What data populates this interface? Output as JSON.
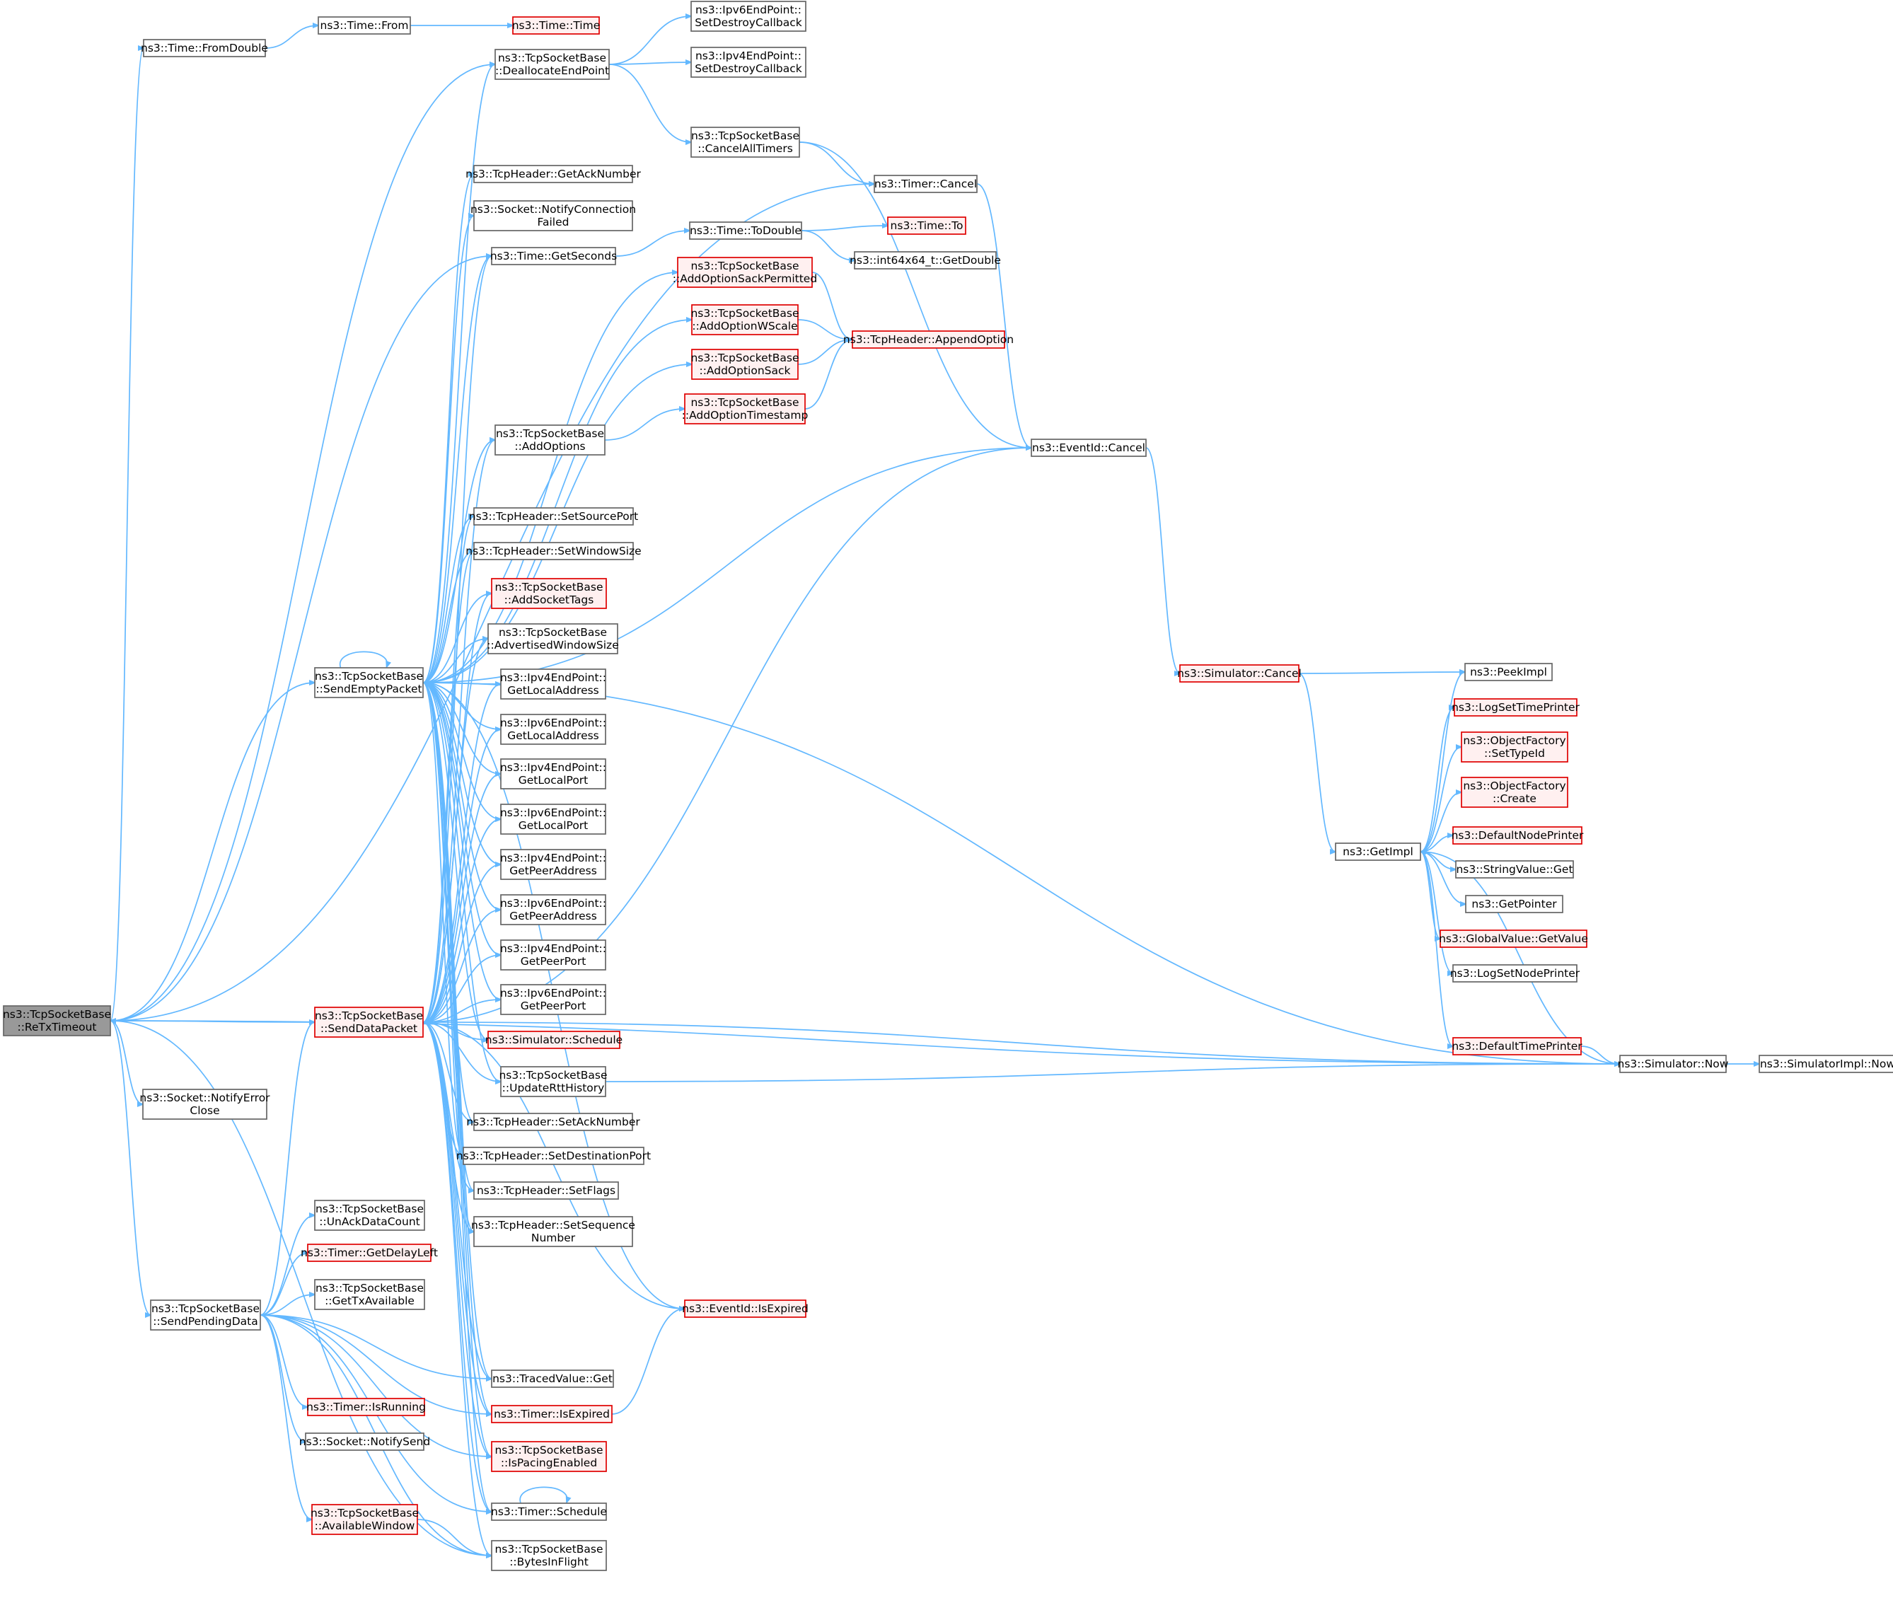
{
  "nodes": [
    {
      "id": "retx",
      "lines": [
        "ns3::TcpSocketBase",
        "::ReTxTimeout"
      ],
      "style": "root"
    },
    {
      "id": "fromdouble",
      "lines": [
        "ns3::Time::FromDouble"
      ],
      "style": "normal"
    },
    {
      "id": "timefrom",
      "lines": [
        "ns3::Time::From"
      ],
      "style": "normal"
    },
    {
      "id": "timetime",
      "lines": [
        "ns3::Time::Time"
      ],
      "style": "red"
    },
    {
      "id": "dealloc",
      "lines": [
        "ns3::TcpSocketBase",
        "::DeallocateEndPoint"
      ],
      "style": "normal"
    },
    {
      "id": "ipv6destroy",
      "lines": [
        "ns3::Ipv6EndPoint::",
        "SetDestroyCallback"
      ],
      "style": "normal"
    },
    {
      "id": "ipv4destroy",
      "lines": [
        "ns3::Ipv4EndPoint::",
        "SetDestroyCallback"
      ],
      "style": "normal"
    },
    {
      "id": "cancelall",
      "lines": [
        "ns3::TcpSocketBase",
        "::CancelAllTimers"
      ],
      "style": "normal"
    },
    {
      "id": "getack",
      "lines": [
        "ns3::TcpHeader::GetAckNumber"
      ],
      "style": "normal"
    },
    {
      "id": "timercancel",
      "lines": [
        "ns3::Timer::Cancel"
      ],
      "style": "normal"
    },
    {
      "id": "notifyconnfail",
      "lines": [
        "ns3::Socket::NotifyConnection",
        "Failed"
      ],
      "style": "normal"
    },
    {
      "id": "todouble",
      "lines": [
        "ns3::Time::ToDouble"
      ],
      "style": "normal"
    },
    {
      "id": "timeto",
      "lines": [
        "ns3::Time::To"
      ],
      "style": "red"
    },
    {
      "id": "getseconds",
      "lines": [
        "ns3::Time::GetSeconds"
      ],
      "style": "normal"
    },
    {
      "id": "getdouble",
      "lines": [
        "ns3::int64x64_t::GetDouble"
      ],
      "style": "normal"
    },
    {
      "id": "sackperm",
      "lines": [
        "ns3::TcpSocketBase",
        "::AddOptionSackPermitted"
      ],
      "style": "red"
    },
    {
      "id": "wscale",
      "lines": [
        "ns3::TcpSocketBase",
        "::AddOptionWScale"
      ],
      "style": "red"
    },
    {
      "id": "appendopt",
      "lines": [
        "ns3::TcpHeader::AppendOption"
      ],
      "style": "red"
    },
    {
      "id": "optsack",
      "lines": [
        "ns3::TcpSocketBase",
        "::AddOptionSack"
      ],
      "style": "red"
    },
    {
      "id": "optts",
      "lines": [
        "ns3::TcpSocketBase",
        "::AddOptionTimestamp"
      ],
      "style": "red"
    },
    {
      "id": "addoptions",
      "lines": [
        "ns3::TcpSocketBase",
        "::AddOptions"
      ],
      "style": "normal"
    },
    {
      "id": "eventcancel",
      "lines": [
        "ns3::EventId::Cancel"
      ],
      "style": "normal"
    },
    {
      "id": "setsrcport",
      "lines": [
        "ns3::TcpHeader::SetSourcePort"
      ],
      "style": "normal"
    },
    {
      "id": "setwin",
      "lines": [
        "ns3::TcpHeader::SetWindowSize"
      ],
      "style": "normal"
    },
    {
      "id": "addsocktags",
      "lines": [
        "ns3::TcpSocketBase",
        "::AddSocketTags"
      ],
      "style": "red"
    },
    {
      "id": "advwin",
      "lines": [
        "ns3::TcpSocketBase",
        "::AdvertisedWindowSize"
      ],
      "style": "normal"
    },
    {
      "id": "sendempty",
      "lines": [
        "ns3::TcpSocketBase",
        "::SendEmptyPacket"
      ],
      "style": "normal"
    },
    {
      "id": "simcancel",
      "lines": [
        "ns3::Simulator::Cancel"
      ],
      "style": "red"
    },
    {
      "id": "peekimpl",
      "lines": [
        "ns3::PeekImpl"
      ],
      "style": "normal"
    },
    {
      "id": "ipv4locaddr",
      "lines": [
        "ns3::Ipv4EndPoint::",
        "GetLocalAddress"
      ],
      "style": "normal"
    },
    {
      "id": "logtime",
      "lines": [
        "ns3::LogSetTimePrinter"
      ],
      "style": "red"
    },
    {
      "id": "ipv6locaddr",
      "lines": [
        "ns3::Ipv6EndPoint::",
        "GetLocalAddress"
      ],
      "style": "normal"
    },
    {
      "id": "ofsettype",
      "lines": [
        "ns3::ObjectFactory",
        "::SetTypeId"
      ],
      "style": "red"
    },
    {
      "id": "ipv4locport",
      "lines": [
        "ns3::Ipv4EndPoint::",
        "GetLocalPort"
      ],
      "style": "normal"
    },
    {
      "id": "ofcreate",
      "lines": [
        "ns3::ObjectFactory",
        "::Create"
      ],
      "style": "red"
    },
    {
      "id": "ipv6locport",
      "lines": [
        "ns3::Ipv6EndPoint::",
        "GetLocalPort"
      ],
      "style": "normal"
    },
    {
      "id": "defnode",
      "lines": [
        "ns3::DefaultNodePrinter"
      ],
      "style": "red"
    },
    {
      "id": "getimpl",
      "lines": [
        "ns3::GetImpl"
      ],
      "style": "normal"
    },
    {
      "id": "ipv4peeraddr",
      "lines": [
        "ns3::Ipv4EndPoint::",
        "GetPeerAddress"
      ],
      "style": "normal"
    },
    {
      "id": "strget",
      "lines": [
        "ns3::StringValue::Get"
      ],
      "style": "normal"
    },
    {
      "id": "getpointer",
      "lines": [
        "ns3::GetPointer"
      ],
      "style": "normal"
    },
    {
      "id": "ipv6peeraddr",
      "lines": [
        "ns3::Ipv6EndPoint::",
        "GetPeerAddress"
      ],
      "style": "normal"
    },
    {
      "id": "gvget",
      "lines": [
        "ns3::GlobalValue::GetValue"
      ],
      "style": "red"
    },
    {
      "id": "ipv4peerport",
      "lines": [
        "ns3::Ipv4EndPoint::",
        "GetPeerPort"
      ],
      "style": "normal"
    },
    {
      "id": "lognode",
      "lines": [
        "ns3::LogSetNodePrinter"
      ],
      "style": "normal"
    },
    {
      "id": "ipv6peerport",
      "lines": [
        "ns3::Ipv6EndPoint::",
        "GetPeerPort"
      ],
      "style": "normal"
    },
    {
      "id": "senddata",
      "lines": [
        "ns3::TcpSocketBase",
        "::SendDataPacket"
      ],
      "style": "red"
    },
    {
      "id": "simsched",
      "lines": [
        "ns3::Simulator::Schedule"
      ],
      "style": "red"
    },
    {
      "id": "deftime",
      "lines": [
        "ns3::DefaultTimePrinter"
      ],
      "style": "red"
    },
    {
      "id": "simnow",
      "lines": [
        "ns3::Simulator::Now"
      ],
      "style": "normal"
    },
    {
      "id": "simimplnow",
      "lines": [
        "ns3::SimulatorImpl::Now"
      ],
      "style": "normal"
    },
    {
      "id": "updrtt",
      "lines": [
        "ns3::TcpSocketBase",
        "::UpdateRttHistory"
      ],
      "style": "normal"
    },
    {
      "id": "notifyerr",
      "lines": [
        "ns3::Socket::NotifyError",
        "Close"
      ],
      "style": "normal"
    },
    {
      "id": "setack",
      "lines": [
        "ns3::TcpHeader::SetAckNumber"
      ],
      "style": "normal"
    },
    {
      "id": "setdstport",
      "lines": [
        "ns3::TcpHeader::SetDestinationPort"
      ],
      "style": "normal"
    },
    {
      "id": "setflags",
      "lines": [
        "ns3::TcpHeader::SetFlags"
      ],
      "style": "normal"
    },
    {
      "id": "unack",
      "lines": [
        "ns3::TcpSocketBase",
        "::UnAckDataCount"
      ],
      "style": "normal"
    },
    {
      "id": "setseq",
      "lines": [
        "ns3::TcpHeader::SetSequence",
        "Number"
      ],
      "style": "normal"
    },
    {
      "id": "getdelay",
      "lines": [
        "ns3::Timer::GetDelayLeft"
      ],
      "style": "red"
    },
    {
      "id": "gettx",
      "lines": [
        "ns3::TcpSocketBase",
        "::GetTxAvailable"
      ],
      "style": "normal"
    },
    {
      "id": "sendpending",
      "lines": [
        "ns3::TcpSocketBase",
        "::SendPendingData"
      ],
      "style": "normal"
    },
    {
      "id": "evisexp",
      "lines": [
        "ns3::EventId::IsExpired"
      ],
      "style": "red"
    },
    {
      "id": "tracedget",
      "lines": [
        "ns3::TracedValue::Get"
      ],
      "style": "normal"
    },
    {
      "id": "timerrun",
      "lines": [
        "ns3::Timer::IsRunning"
      ],
      "style": "red"
    },
    {
      "id": "timerexp",
      "lines": [
        "ns3::Timer::IsExpired"
      ],
      "style": "red"
    },
    {
      "id": "notifysend",
      "lines": [
        "ns3::Socket::NotifySend"
      ],
      "style": "normal"
    },
    {
      "id": "pacing",
      "lines": [
        "ns3::TcpSocketBase",
        "::IsPacingEnabled"
      ],
      "style": "red"
    },
    {
      "id": "timersched",
      "lines": [
        "ns3::Timer::Schedule"
      ],
      "style": "normal"
    },
    {
      "id": "availwin",
      "lines": [
        "ns3::TcpSocketBase",
        "::AvailableWindow"
      ],
      "style": "red"
    },
    {
      "id": "bytesinflight",
      "lines": [
        "ns3::TcpSocketBase",
        "::BytesInFlight"
      ],
      "style": "normal"
    }
  ],
  "edges": [
    [
      "retx",
      "fromdouble"
    ],
    [
      "retx",
      "dealloc"
    ],
    [
      "retx",
      "timercancel"
    ],
    [
      "retx",
      "getseconds"
    ],
    [
      "retx",
      "sendempty"
    ],
    [
      "retx",
      "notifyerr"
    ],
    [
      "retx",
      "sendpending"
    ],
    [
      "retx",
      "bytesinflight"
    ],
    [
      "retx",
      "simnow"
    ],
    [
      "fromdouble",
      "timefrom"
    ],
    [
      "timefrom",
      "timetime"
    ],
    [
      "dealloc",
      "ipv6destroy"
    ],
    [
      "dealloc",
      "ipv4destroy"
    ],
    [
      "dealloc",
      "cancelall"
    ],
    [
      "cancelall",
      "timercancel"
    ],
    [
      "cancelall",
      "eventcancel"
    ],
    [
      "timercancel",
      "eventcancel"
    ],
    [
      "getseconds",
      "todouble"
    ],
    [
      "todouble",
      "timeto"
    ],
    [
      "todouble",
      "getdouble"
    ],
    [
      "sackperm",
      "appendopt"
    ],
    [
      "wscale",
      "appendopt"
    ],
    [
      "optsack",
      "appendopt"
    ],
    [
      "optts",
      "appendopt"
    ],
    [
      "addoptions",
      "optts"
    ],
    [
      "eventcancel",
      "simcancel"
    ],
    [
      "simcancel",
      "peekimpl"
    ],
    [
      "simcancel",
      "getimpl"
    ],
    [
      "getimpl",
      "peekimpl"
    ],
    [
      "getimpl",
      "logtime"
    ],
    [
      "getimpl",
      "ofsettype"
    ],
    [
      "getimpl",
      "ofcreate"
    ],
    [
      "getimpl",
      "defnode"
    ],
    [
      "getimpl",
      "strget"
    ],
    [
      "getimpl",
      "getpointer"
    ],
    [
      "getimpl",
      "gvget"
    ],
    [
      "getimpl",
      "lognode"
    ],
    [
      "getimpl",
      "deftime"
    ],
    [
      "deftime",
      "simnow"
    ],
    [
      "simnow",
      "getimpl"
    ],
    [
      "simnow",
      "simimplnow"
    ],
    [
      "updrtt",
      "simnow"
    ],
    [
      "timerexp",
      "evisexp"
    ],
    [
      "sendempty",
      "sendempty"
    ],
    [
      "sendempty",
      "dealloc"
    ],
    [
      "sendempty",
      "getack"
    ],
    [
      "sendempty",
      "notifyconnfail"
    ],
    [
      "sendempty",
      "getseconds"
    ],
    [
      "sendempty",
      "sackperm"
    ],
    [
      "sendempty",
      "wscale"
    ],
    [
      "sendempty",
      "optsack"
    ],
    [
      "sendempty",
      "addoptions"
    ],
    [
      "sendempty",
      "eventcancel"
    ],
    [
      "sendempty",
      "evisexp"
    ],
    [
      "sendempty",
      "simnow"
    ],
    [
      "sendempty",
      "setsrcport"
    ],
    [
      "sendempty",
      "setwin"
    ],
    [
      "sendempty",
      "addsocktags"
    ],
    [
      "sendempty",
      "advwin"
    ],
    [
      "sendempty",
      "ipv4locaddr"
    ],
    [
      "sendempty",
      "ipv6locaddr"
    ],
    [
      "sendempty",
      "ipv4locport"
    ],
    [
      "sendempty",
      "ipv6locport"
    ],
    [
      "sendempty",
      "ipv4peeraddr"
    ],
    [
      "sendempty",
      "ipv6peeraddr"
    ],
    [
      "sendempty",
      "ipv4peerport"
    ],
    [
      "sendempty",
      "ipv6peerport"
    ],
    [
      "sendempty",
      "simsched"
    ],
    [
      "sendempty",
      "updrtt"
    ],
    [
      "sendempty",
      "setack"
    ],
    [
      "sendempty",
      "setdstport"
    ],
    [
      "sendempty",
      "setflags"
    ],
    [
      "sendempty",
      "setseq"
    ],
    [
      "sendempty",
      "tracedget"
    ],
    [
      "sendempty",
      "timerexp"
    ],
    [
      "sendempty",
      "pacing"
    ],
    [
      "sendempty",
      "timersched"
    ],
    [
      "senddata",
      "retx"
    ],
    [
      "senddata",
      "getseconds"
    ],
    [
      "senddata",
      "addoptions"
    ],
    [
      "senddata",
      "setsrcport"
    ],
    [
      "senddata",
      "setwin"
    ],
    [
      "senddata",
      "addsocktags"
    ],
    [
      "senddata",
      "advwin"
    ],
    [
      "senddata",
      "ipv4locaddr"
    ],
    [
      "senddata",
      "ipv6locaddr"
    ],
    [
      "senddata",
      "ipv4locport"
    ],
    [
      "senddata",
      "ipv6locport"
    ],
    [
      "senddata",
      "ipv4peeraddr"
    ],
    [
      "senddata",
      "ipv6peeraddr"
    ],
    [
      "senddata",
      "ipv4peerport"
    ],
    [
      "senddata",
      "ipv6peerport"
    ],
    [
      "senddata",
      "simsched"
    ],
    [
      "senddata",
      "updrtt"
    ],
    [
      "senddata",
      "setack"
    ],
    [
      "senddata",
      "setdstport"
    ],
    [
      "senddata",
      "setflags"
    ],
    [
      "senddata",
      "setseq"
    ],
    [
      "senddata",
      "eventcancel"
    ],
    [
      "senddata",
      "evisexp"
    ],
    [
      "senddata",
      "simnow"
    ],
    [
      "senddata",
      "tracedget"
    ],
    [
      "senddata",
      "timerexp"
    ],
    [
      "senddata",
      "pacing"
    ],
    [
      "senddata",
      "timersched"
    ],
    [
      "senddata",
      "bytesinflight"
    ],
    [
      "sendpending",
      "senddata"
    ],
    [
      "sendpending",
      "unack"
    ],
    [
      "sendpending",
      "getdelay"
    ],
    [
      "sendpending",
      "gettx"
    ],
    [
      "sendpending",
      "timerrun"
    ],
    [
      "sendpending",
      "notifysend"
    ],
    [
      "sendpending",
      "availwin"
    ],
    [
      "sendpending",
      "timerexp"
    ],
    [
      "sendpending",
      "pacing"
    ],
    [
      "sendpending",
      "timersched"
    ],
    [
      "sendpending",
      "bytesinflight"
    ],
    [
      "sendpending",
      "tracedget"
    ],
    [
      "availwin",
      "bytesinflight"
    ],
    [
      "timersched",
      "timersched"
    ]
  ]
}
